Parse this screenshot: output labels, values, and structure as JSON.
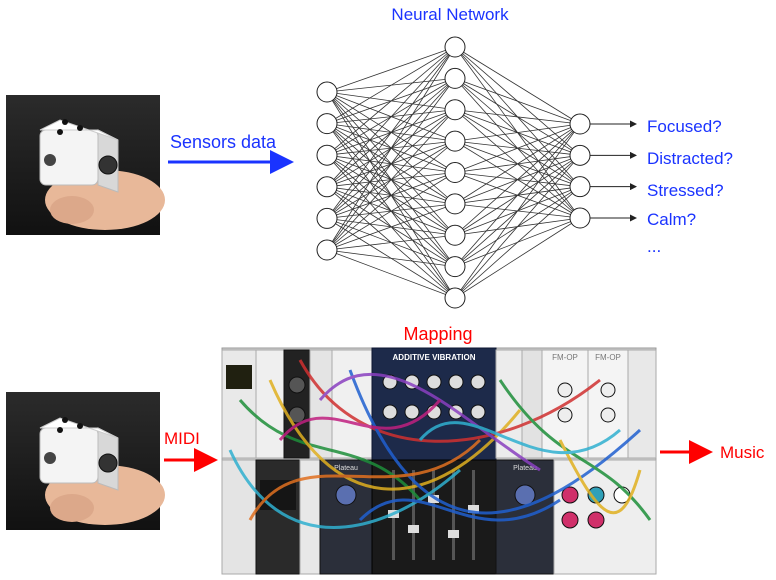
{
  "top": {
    "network_title": "Neural Network",
    "input_label": "Sensors data",
    "outputs": [
      "Focused?",
      "Distracted?",
      "Stressed?",
      "Calm?",
      "..."
    ],
    "layers": [
      6,
      9,
      4
    ]
  },
  "bottom": {
    "mapping_label": "Mapping",
    "midi_label": "MIDI",
    "music_label": "Music",
    "rack_titles": [
      "ADDITIVE VIBRATION",
      "FM-OP",
      "FM-OP",
      "Plateau",
      "Plateau"
    ]
  },
  "colors": {
    "blue": "#1a33ff",
    "red": "#ff0000",
    "node_stroke": "#222222",
    "edge": "#333333",
    "rack_panel": "#e8e8e8",
    "rack_dark": "#1d2a4a"
  },
  "icons": [
    "device-photo-icon",
    "modular-synth-rack-icon"
  ]
}
